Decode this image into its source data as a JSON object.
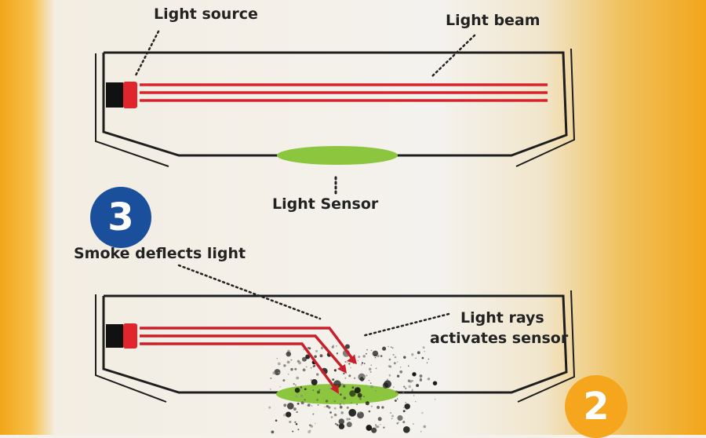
{
  "colors": {
    "beam": "#d8232a",
    "sensor": "#8cc63f",
    "badge_blue": "#1a4f9c",
    "badge_orange": "#f5a61c",
    "chamber_outline": "#1e1e1e"
  },
  "top_diagram": {
    "light_source_label": "Light source",
    "light_beam_label": "Light beam",
    "light_sensor_label": "Light Sensor",
    "emitter_icon": "light-emitter-icon"
  },
  "bottom_diagram": {
    "step_badge": "3",
    "smoke_label": "Smoke deflects light",
    "rays_label_line1": "Light rays",
    "rays_label_line2": "activates sensor",
    "emitter_icon": "light-emitter-icon"
  },
  "corner_badge": "2"
}
